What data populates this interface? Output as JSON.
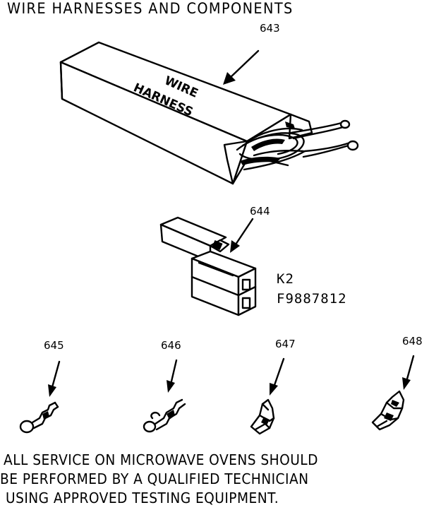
{
  "title": "WIRE HARNESSES AND COMPONENTS",
  "box_label_line1": "WIRE",
  "box_label_line2": "HARNESS",
  "parts": {
    "p643": "643",
    "p644": "644",
    "p645": "645",
    "p646": "646",
    "p647": "647",
    "p648": "648"
  },
  "connector": {
    "code": "K2",
    "part_number": "F9887812"
  },
  "notice": {
    "line1": "ALL SERVICE ON MICROWAVE OVENS SHOULD",
    "line2": "BE PERFORMED BY A QUALIFIED TECHNICIAN",
    "line3": "USING APPROVED TESTING EQUIPMENT."
  }
}
